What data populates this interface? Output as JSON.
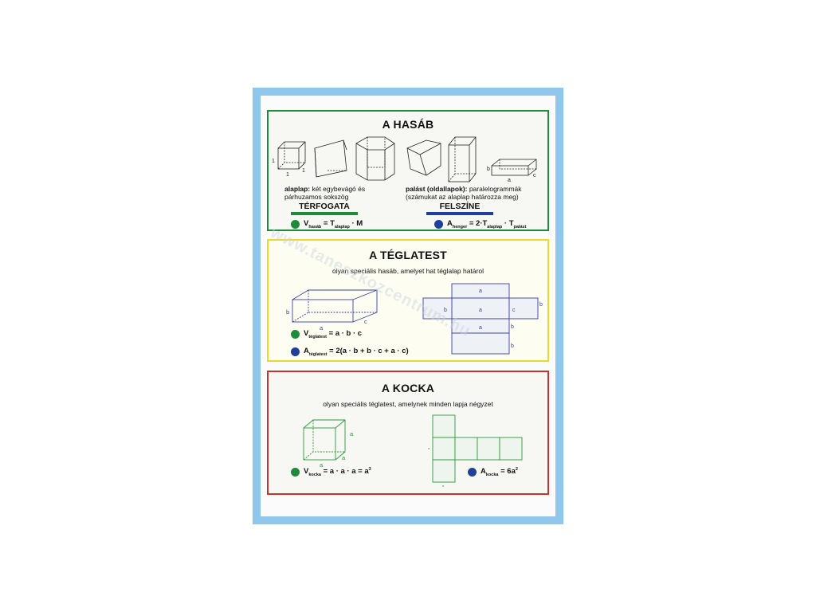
{
  "hasab": {
    "title": "A HASÁB",
    "alaplap_term": "alaplap:",
    "alaplap_desc_1": " két egybevágó és",
    "alaplap_desc_2": "párhuzamos sokszög",
    "palast_term": "palást (oldallapok):",
    "palast_desc_1": " paralelogrammák",
    "palast_desc_2": "(számukat az alaplap határozza meg)",
    "terfogata": "TÉRFOGATA",
    "felszine": "FELSZÍNE",
    "vol": {
      "v": "V",
      "v_sub": "hasáb",
      "eq": " = T",
      "t_sub": "alaplap",
      "rest": " · M"
    },
    "surf": {
      "a": "A",
      "a_sub": "henger",
      "eq": " = 2·T",
      "t_sub": "alaplap",
      "mid": " · T",
      "p_sub": "palást"
    },
    "cube_labels": [
      "1",
      "1",
      "1"
    ],
    "box_labels": [
      "b",
      "a",
      "c"
    ]
  },
  "teglatest": {
    "title": "A TÉGLATEST",
    "subtitle": "olyan speciális hasáb, amelyet hat téglalap határol",
    "box_labels": [
      "b",
      "a",
      "c"
    ],
    "net_labels": [
      "a",
      "b",
      "a",
      "c",
      "b",
      "a",
      "b",
      "b"
    ],
    "vol": {
      "v": "V",
      "v_sub": "téglatest",
      "rest": " = a · b · c"
    },
    "surf": {
      "a": "A",
      "a_sub": "téglatest",
      "rest": " = 2(a · b + b · c + a · c)"
    }
  },
  "kocka": {
    "title": "A KOCKA",
    "subtitle": "olyan speciális téglatest, amelynek minden lapja négyzet",
    "cube_labels": [
      "a",
      "a",
      "a"
    ],
    "net_labels": [
      "a",
      "a"
    ],
    "vol": {
      "v": "V",
      "v_sub": "kocka",
      "rest": " = a · a · a = a",
      "sup": "3"
    },
    "surf": {
      "a": "A",
      "a_sub": "kocka",
      "rest": " = 6a",
      "sup": "2"
    }
  },
  "watermark": "www.taneszkozcentrum.hu",
  "colors": {
    "border": "#8fc8ec",
    "green": "#1f8a3a",
    "yellow": "#ecd82a",
    "red": "#c8322c",
    "blue": "#1f3f9a",
    "net_blue": "#3a3fb0",
    "kocka_green": "#2a9a3a"
  }
}
